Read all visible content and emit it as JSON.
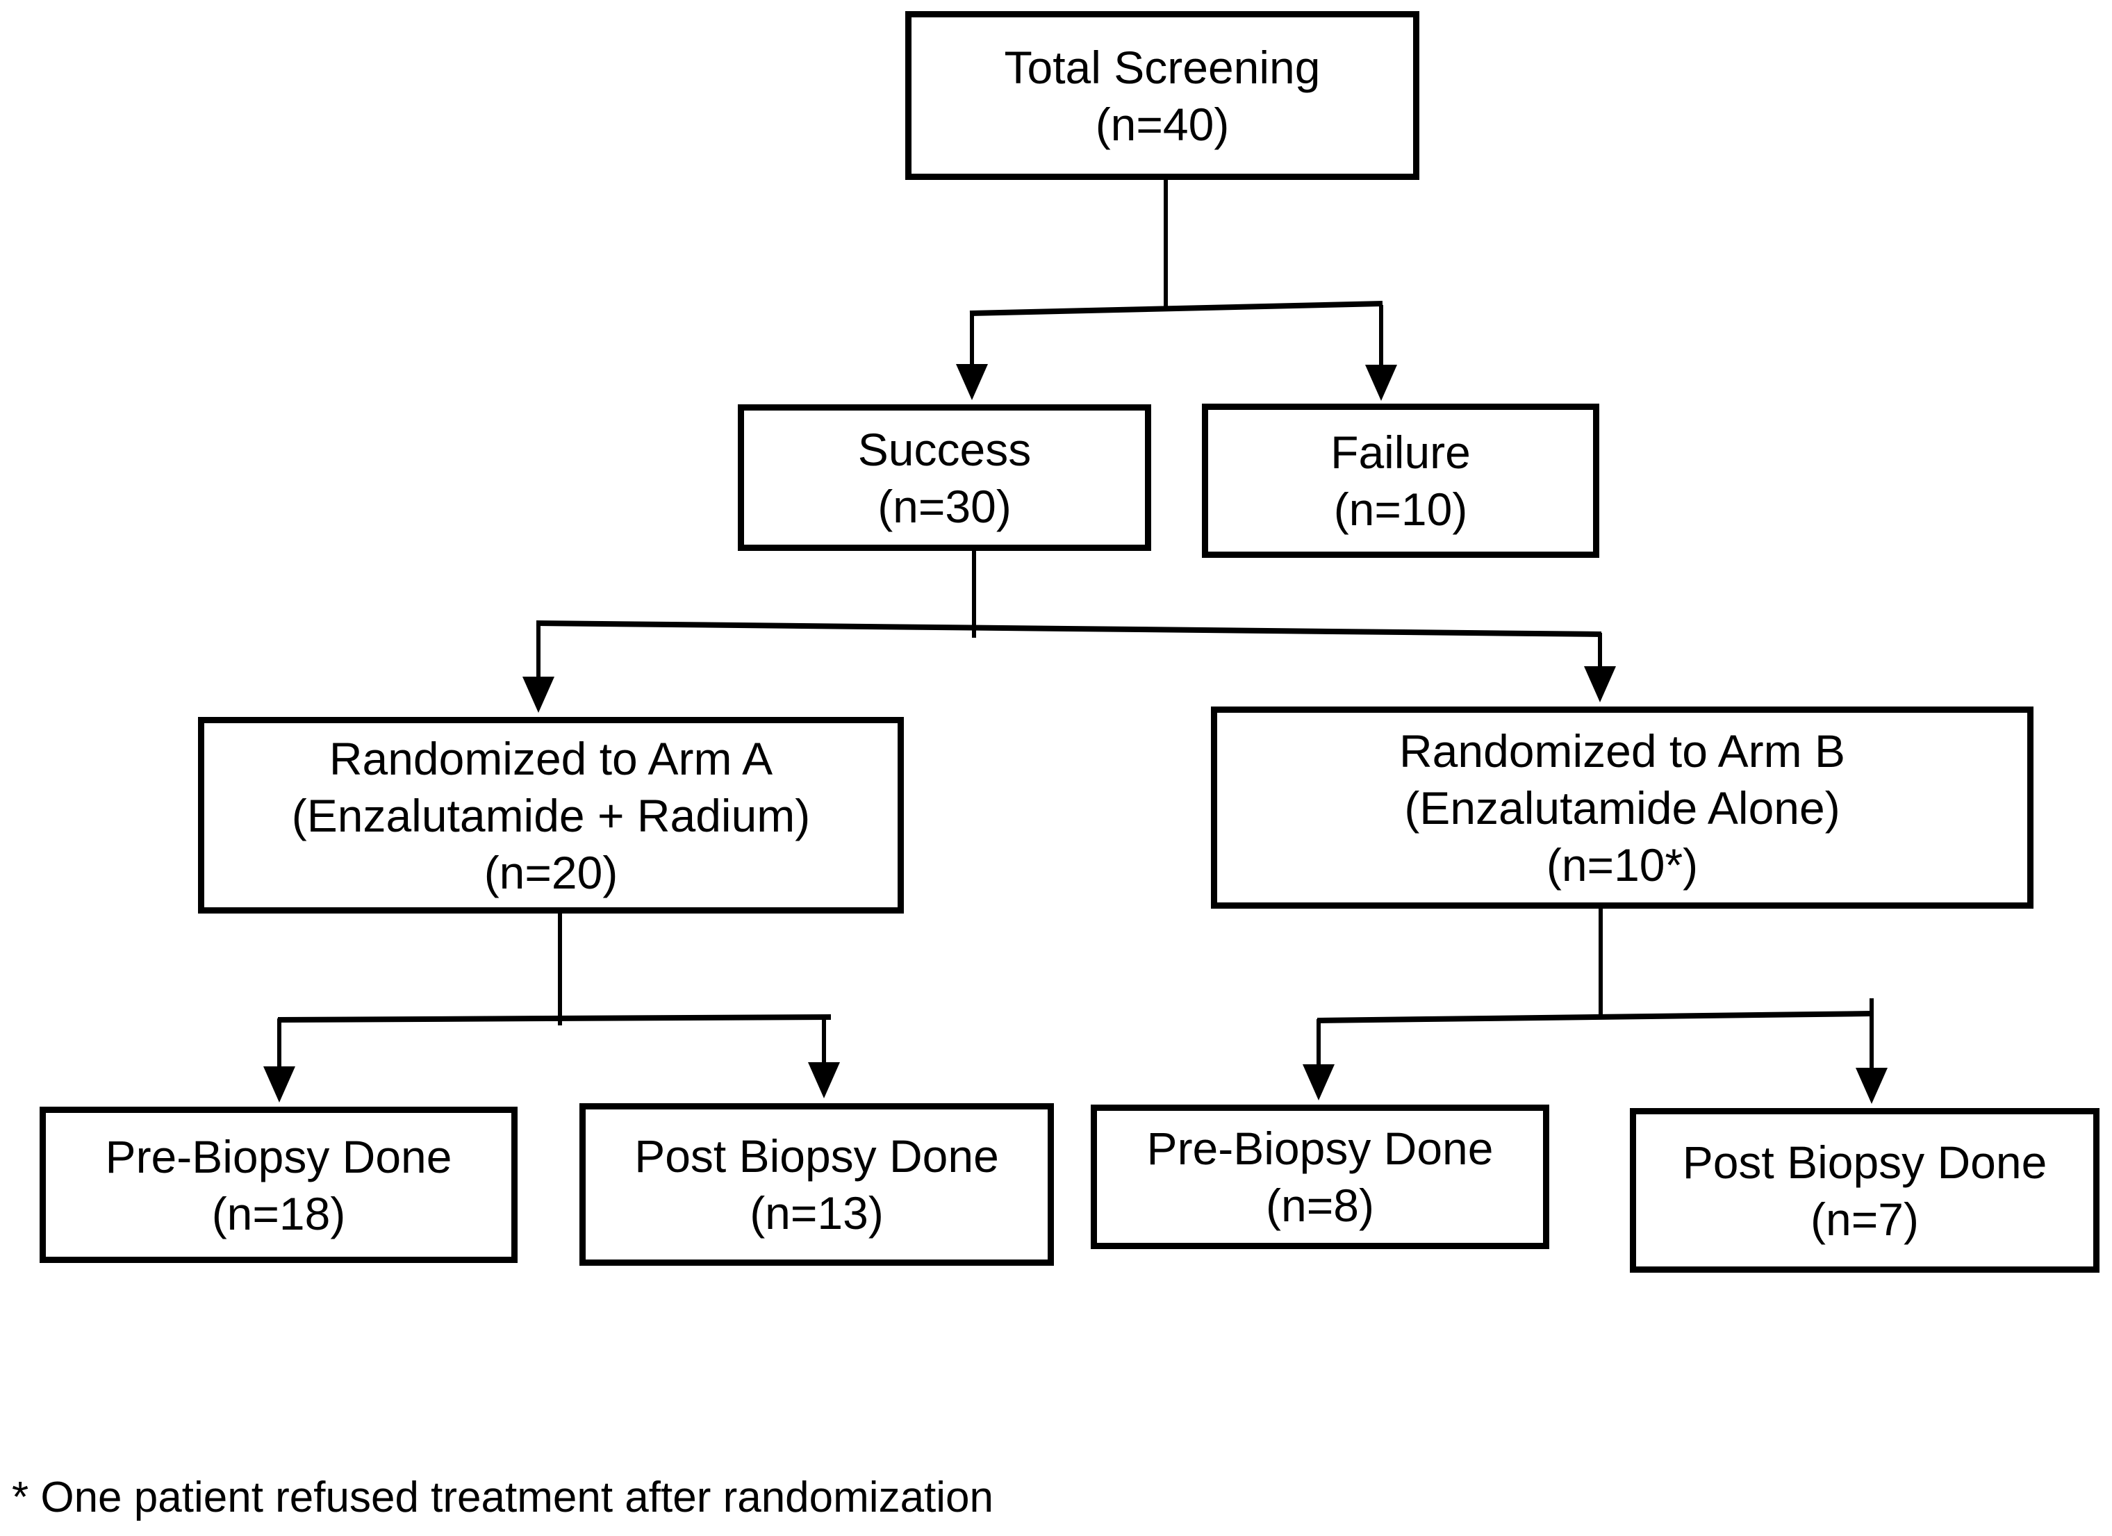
{
  "page": {
    "background": "#ffffff",
    "ink": "#000000"
  },
  "nodes": {
    "total_screening": {
      "lines": [
        "Total Screening",
        "(n=40)"
      ]
    },
    "success": {
      "lines": [
        "Success",
        "(n=30)"
      ]
    },
    "failure": {
      "lines": [
        "Failure",
        "(n=10)"
      ]
    },
    "arm_a": {
      "lines": [
        "Randomized to Arm A",
        "(Enzalutamide + Radium)",
        "(n=20)"
      ]
    },
    "arm_b": {
      "lines": [
        "Randomized to Arm B",
        "(Enzalutamide Alone)",
        "(n=10*)"
      ]
    },
    "pre_biopsy_a": {
      "lines": [
        "Pre-Biopsy Done",
        "(n=18)"
      ]
    },
    "post_biopsy_a": {
      "lines": [
        "Post Biopsy Done",
        "(n=13)"
      ]
    },
    "pre_biopsy_b": {
      "lines": [
        "Pre-Biopsy Done",
        "(n=8)"
      ]
    },
    "post_biopsy_b": {
      "lines": [
        "Post Biopsy Done",
        "(n=7)"
      ]
    }
  },
  "footnote": "* One patient refused treatment after randomization"
}
